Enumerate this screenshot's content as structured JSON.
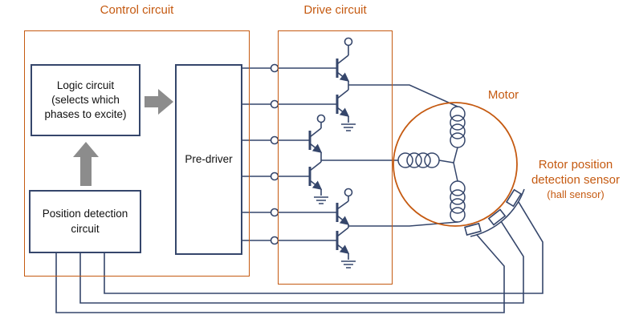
{
  "colors": {
    "accent_orange": "#C55A11",
    "line_navy": "#35466B",
    "arrow_gray": "#8C8C8C"
  },
  "labels": {
    "control_circuit": "Control circuit",
    "drive_circuit": "Drive circuit",
    "motor": "Motor",
    "rotor_sensor": {
      "line1": "Rotor position",
      "line2": "detection sensor",
      "line3": "(hall sensor)"
    }
  },
  "blocks": {
    "logic_circuit": "Logic circuit\n(selects which\nphases to excite)",
    "pre_driver": "Pre-driver",
    "position_detection": "Position detection\ncircuit"
  }
}
